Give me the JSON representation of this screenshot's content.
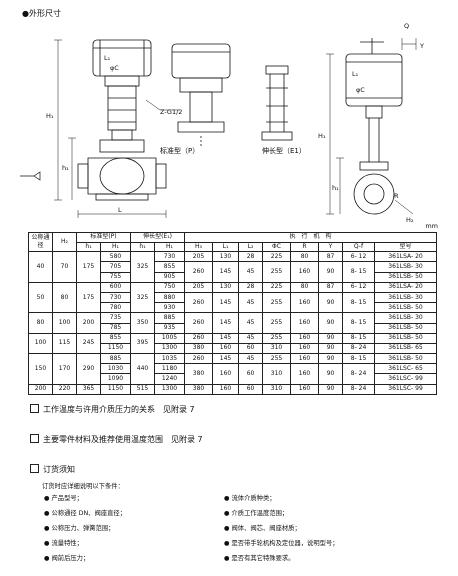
{
  "section_title": "外形尺寸",
  "drawings": {
    "std_caption": "标准型（P）",
    "ext_caption": "伸长型（E1）",
    "labels": {
      "lc": "L₁",
      "phic": "φC",
      "phic2": "φC",
      "l1b": "L₁",
      "g12": "Z-G1/2",
      "h1": "H₁",
      "h2": "h₁",
      "l": "L",
      "q": "Q",
      "y": "Y",
      "h1r": "H₁",
      "hr": "h₁",
      "r": "R",
      "h2r": "H₂"
    }
  },
  "unit": "mm",
  "table": {
    "head1": [
      "公称通径",
      "H₂",
      "标准型(P)",
      "伸长型(E₁)",
      "执　行　机　构"
    ],
    "head2": [
      "h₁",
      "H₁",
      "h₁",
      "H₁",
      "H₃",
      "L₁",
      "L₂",
      "ΦC",
      "R",
      "Y",
      "Q-f",
      "型号"
    ],
    "groups": [
      {
        "dn": "40",
        "h2": "70",
        "ph1": "175",
        "eh1": "325",
        "sub": [
          {
            "pH1": "580",
            "eH1": "730",
            "H3": "205",
            "L1": "130",
            "L2": "28",
            "C": "225",
            "R": "80",
            "Y": "87",
            "Q": "6- 12",
            "M": "361LSA- 20"
          },
          {
            "pH1": "705",
            "eH1": "855",
            "H3": "260",
            "L1": "145",
            "L2": "45",
            "C": "255",
            "R": "160",
            "Y": "90",
            "Q": "8- 15",
            "M": "361LSB- 30"
          },
          {
            "pH1": "755",
            "eH1": "905",
            "M": "361LSB- 50"
          }
        ]
      },
      {
        "dn": "50",
        "h2": "80",
        "ph1": "175",
        "eh1": "325",
        "sub": [
          {
            "pH1": "600",
            "eH1": "750",
            "H3": "205",
            "L1": "130",
            "L2": "28",
            "C": "225",
            "R": "80",
            "Y": "87",
            "Q": "6- 12",
            "M": "361LSA- 20"
          },
          {
            "pH1": "730",
            "eH1": "880",
            "H3": "260",
            "L1": "145",
            "L2": "45",
            "C": "255",
            "R": "160",
            "Y": "90",
            "Q": "8- 15",
            "M": "361LSB- 30"
          },
          {
            "pH1": "780",
            "eH1": "930",
            "M": "361LSB- 50"
          }
        ]
      },
      {
        "dn": "80",
        "h2": "100",
        "ph1": "200",
        "eh1": "350",
        "sub": [
          {
            "pH1": "735",
            "eH1": "885",
            "H3": "260",
            "L1": "145",
            "L2": "45",
            "C": "255",
            "R": "160",
            "Y": "90",
            "Q": "8- 15",
            "M": "361LSB- 30"
          },
          {
            "pH1": "785",
            "eH1": "935",
            "M": "361LSB- 50"
          }
        ]
      },
      {
        "dn": "100",
        "h2": "115",
        "ph1": "245",
        "eh1": "395",
        "sub": [
          {
            "pH1": "855",
            "eH1": "1005",
            "H3": "260",
            "L1": "145",
            "L2": "45",
            "C": "255",
            "R": "160",
            "Y": "90",
            "Q": "8- 15",
            "M": "361LSB- 50"
          },
          {
            "pH1": "1150",
            "eH1": "1300",
            "H3": "380",
            "L1": "160",
            "L2": "60",
            "C": "310",
            "R": "160",
            "Y": "90",
            "Q": "8- 24",
            "M": "361LSB- 65"
          }
        ]
      },
      {
        "dn": "150",
        "h2": "170",
        "ph1": "290",
        "eh1": "440",
        "sub": [
          {
            "pH1": "885",
            "eH1": "1035",
            "H3": "260",
            "L1": "145",
            "L2": "45",
            "C": "255",
            "R": "160",
            "Y": "90",
            "Q": "8- 15",
            "M": "361LSB- 50"
          },
          {
            "pH1": "1030",
            "eH1": "1180",
            "H3": "380",
            "L1": "160",
            "L2": "60",
            "C": "310",
            "R": "160",
            "Y": "90",
            "Q": "8- 24",
            "M": "361LSC- 65"
          },
          {
            "pH1": "1090",
            "eH1": "1240",
            "M": "361LSC- 99"
          }
        ]
      },
      {
        "dn": "200",
        "h2": "220",
        "ph1": "365",
        "eh1": "515",
        "sub": [
          {
            "pH1": "1150",
            "eH1": "1300",
            "H3": "380",
            "L1": "160",
            "L2": "60",
            "C": "310",
            "R": "160",
            "Y": "90",
            "Q": "8- 24",
            "M": "361LSC- 99"
          }
        ]
      }
    ]
  },
  "notes": {
    "n1": "工作温度与许用介质压力的关系　见附录 7",
    "n2": "主要零件材料及推荐使用温度范围　见附录 7",
    "n3": "订货须知"
  },
  "order": {
    "intro": "订货时应详细说明以下条件：",
    "left": [
      "● 产品型号；",
      "● 公称通径 DN、阀座直径；",
      "● 公称压力、弹簧范围；",
      "● 流量特性；",
      "● 阀前后压力；"
    ],
    "right": [
      "● 流体介质种类；",
      "● 介质工作温度范围；",
      "● 阀体、阀芯、阀座材质；",
      "● 是否带手轮机构及定位器，说明型号；",
      "● 是否有其它特殊要求。"
    ]
  }
}
